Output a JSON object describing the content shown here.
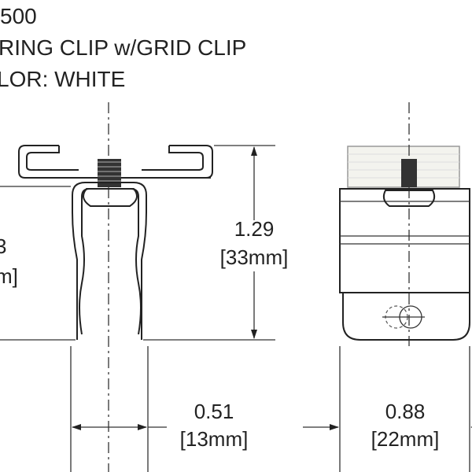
{
  "title": {
    "line1": "500",
    "line2": "RING CLIP w/GRID CLIP",
    "line3": "LOR: WHITE"
  },
  "left_view": {
    "partial_dim_value": "3",
    "partial_dim_mm": "m]"
  },
  "dimensions": {
    "height": {
      "value": "1.29",
      "mm": "[33mm]"
    },
    "clip_width": {
      "value": "0.51",
      "mm": "[13mm]"
    },
    "body_width": {
      "value": "0.88",
      "mm": "[22mm]"
    }
  }
}
